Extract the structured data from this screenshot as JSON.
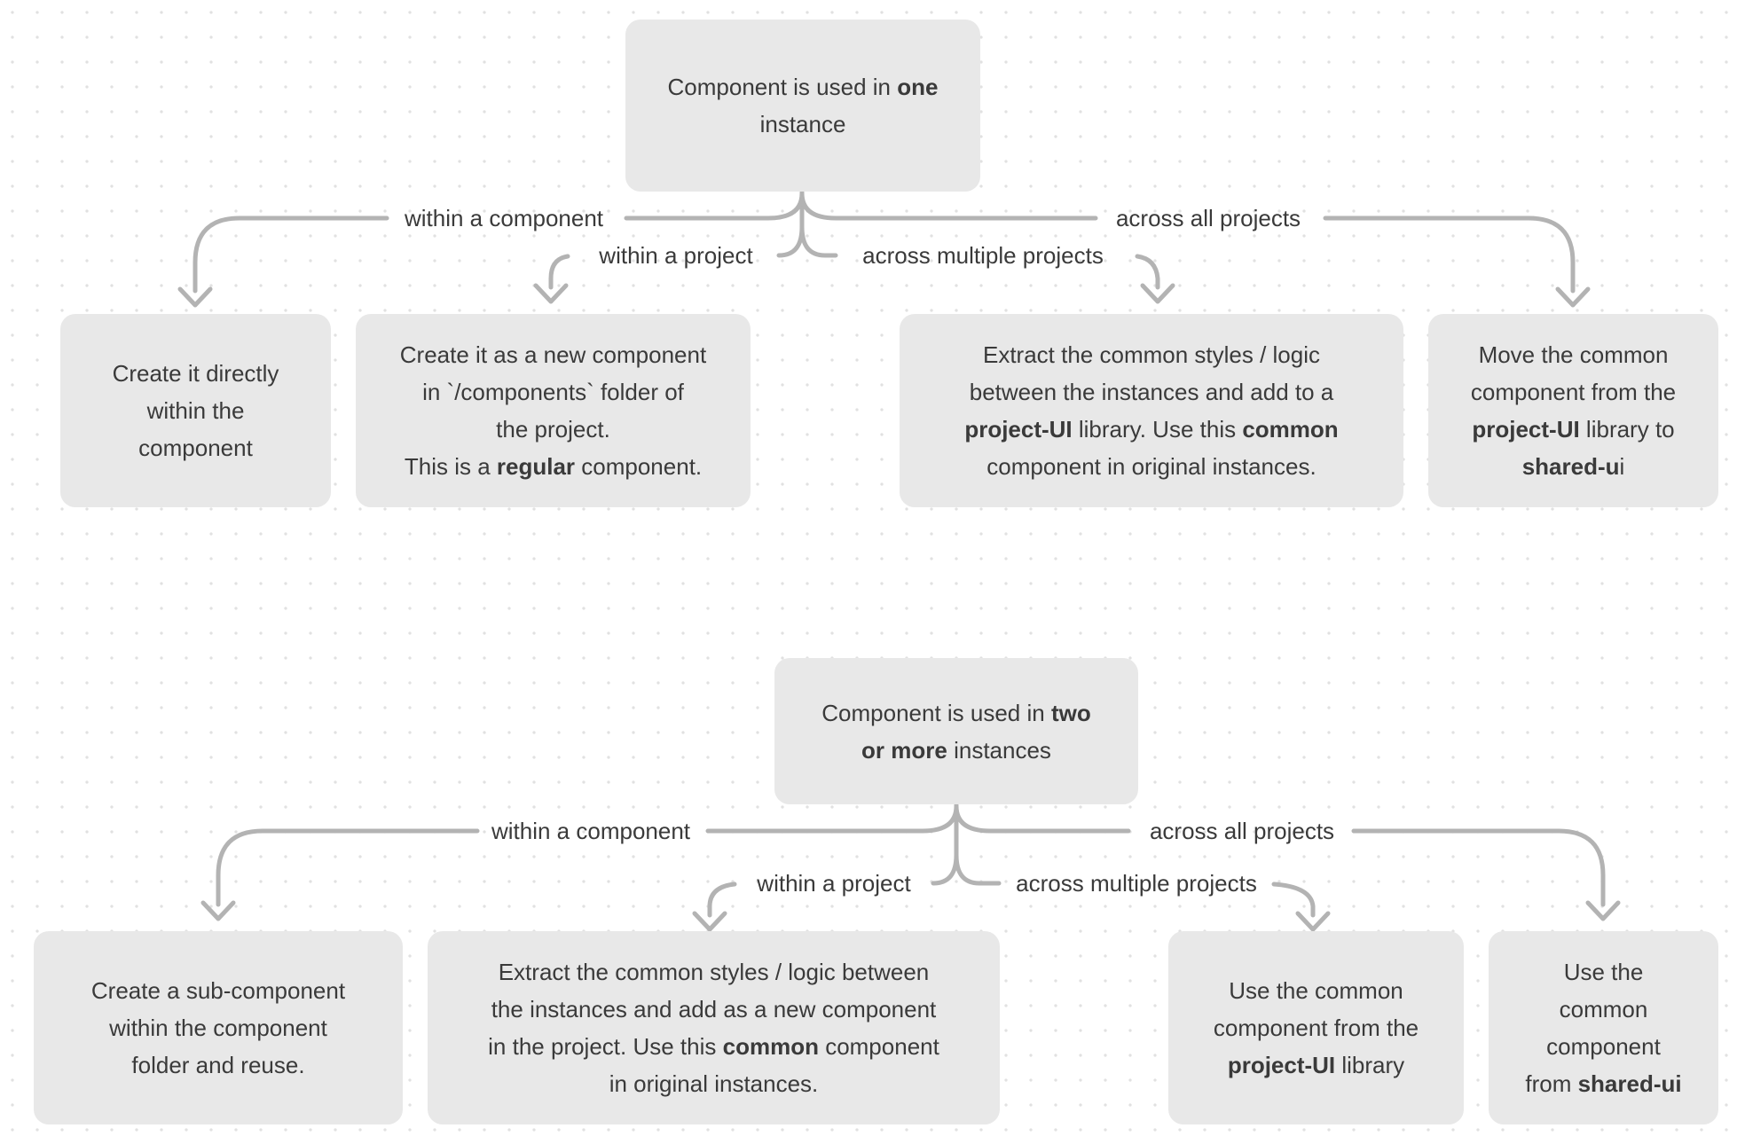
{
  "colors": {
    "background": "#ffffff",
    "dot_grid": "#e1e1e1",
    "box_fill": "#e8e8e8",
    "text": "#3a3a3a",
    "connector": "#b3b3b3"
  },
  "trees": [
    {
      "root": {
        "lines": [
          [
            "Component is used in ",
            {
              "t": "one",
              "b": true
            }
          ],
          [
            "instance"
          ]
        ]
      },
      "branches": [
        {
          "label": "within a component",
          "box": {
            "lines": [
              [
                "Create it directly"
              ],
              [
                "within the"
              ],
              [
                "component"
              ]
            ]
          }
        },
        {
          "label": "within a project",
          "box": {
            "lines": [
              [
                "Create it as a new component"
              ],
              [
                "in `/components` folder of"
              ],
              [
                "the project."
              ],
              [
                "This is a ",
                {
                  "t": "regular",
                  "b": true
                },
                " component."
              ]
            ]
          }
        },
        {
          "label": "across multiple projects",
          "box": {
            "lines": [
              [
                "Extract the common styles / logic"
              ],
              [
                "between the instances and add to a"
              ],
              [
                {
                  "t": "project-UI",
                  "b": true
                },
                " library. Use this ",
                {
                  "t": "common",
                  "b": true
                }
              ],
              [
                "component in original instances."
              ]
            ]
          }
        },
        {
          "label": "across all projects",
          "box": {
            "lines": [
              [
                "Move the common"
              ],
              [
                "component from the"
              ],
              [
                {
                  "t": "project-UI",
                  "b": true
                },
                " library to"
              ],
              [
                {
                  "t": "shared-u",
                  "b": true
                },
                "i"
              ]
            ]
          }
        }
      ]
    },
    {
      "root": {
        "lines": [
          [
            "Component is used in ",
            {
              "t": "two",
              "b": true
            }
          ],
          [
            {
              "t": "or more",
              "b": true
            },
            " instances"
          ]
        ]
      },
      "branches": [
        {
          "label": "within a component",
          "box": {
            "lines": [
              [
                "Create a sub-component"
              ],
              [
                "within the component"
              ],
              [
                "folder and reuse."
              ]
            ]
          }
        },
        {
          "label": "within a project",
          "box": {
            "lines": [
              [
                "Extract the common styles / logic between"
              ],
              [
                "the instances and add as a new component"
              ],
              [
                "in the project. Use this ",
                {
                  "t": "common",
                  "b": true
                },
                " component"
              ],
              [
                "in original instances."
              ]
            ]
          }
        },
        {
          "label": "across multiple projects",
          "box": {
            "lines": [
              [
                "Use the common"
              ],
              [
                "component from the"
              ],
              [
                {
                  "t": "project-UI",
                  "b": true
                },
                " library"
              ]
            ]
          }
        },
        {
          "label": "across all projects",
          "box": {
            "lines": [
              [
                "Use the"
              ],
              [
                "common"
              ],
              [
                "component"
              ],
              [
                "from ",
                {
                  "t": "shared-ui",
                  "b": true
                }
              ]
            ]
          }
        }
      ]
    }
  ]
}
